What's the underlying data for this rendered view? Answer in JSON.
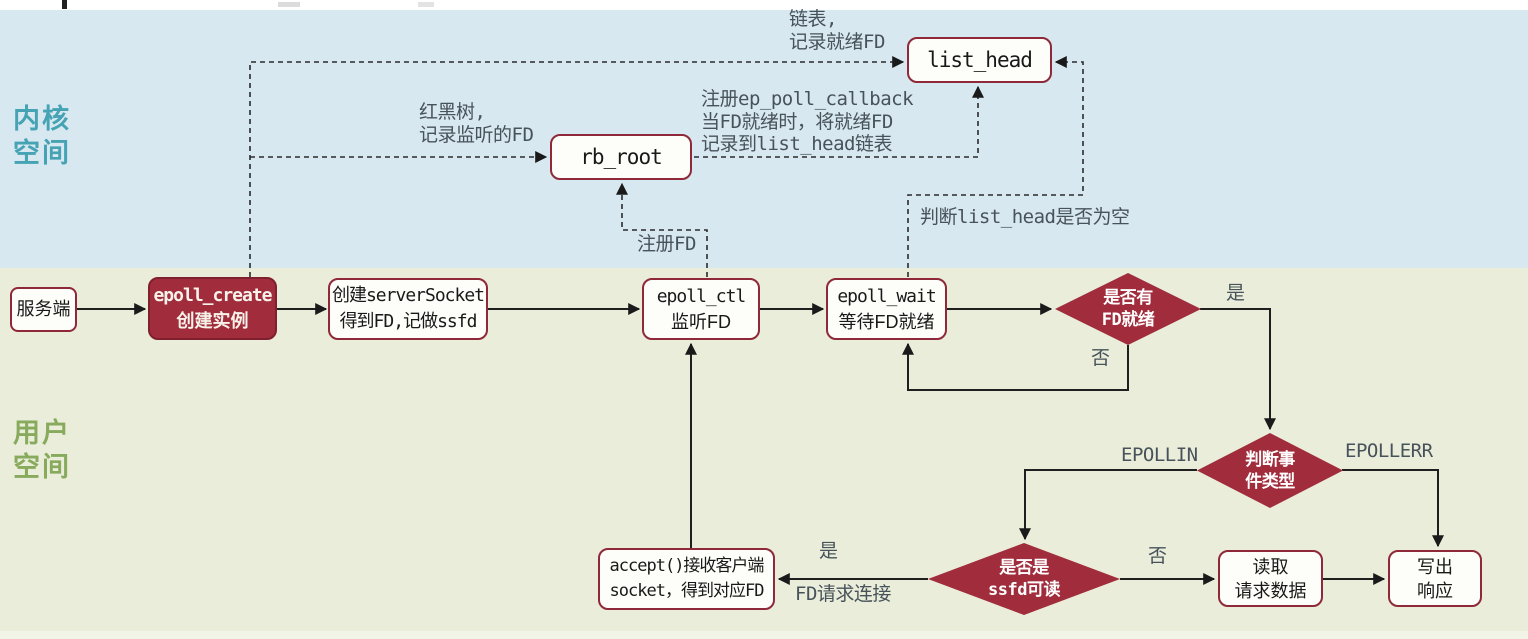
{
  "colors": {
    "kernel_bg": "#d7e8f0",
    "user_bg": "#e9edda",
    "node_red": "#a02c3c",
    "border_red": "#8f2838",
    "kernel_label": "#45a3b4",
    "user_label": "#88aa5c",
    "annotation": "#48525a"
  },
  "regions": {
    "kernel_label": "内核\n空间",
    "user_label": "用户\n空间"
  },
  "nodes": {
    "list_head": {
      "code": "list_head"
    },
    "rb_root": {
      "code": "rb_root"
    },
    "server": {
      "label": "服务端"
    },
    "epoll_create": {
      "code": "epoll_create",
      "label": "创建实例"
    },
    "create_socket": {
      "line1": "创建serverSocket",
      "line2": "得到FD,记做ssfd"
    },
    "epoll_ctl": {
      "code": "epoll_ctl",
      "label": "监听FD"
    },
    "epoll_wait": {
      "code": "epoll_wait",
      "label": "等待FD就绪"
    },
    "accept": {
      "line1": "accept()接收客户端",
      "line2": "socket，得到对应FD"
    },
    "read_data": {
      "line1": "读取",
      "line2": "请求数据"
    },
    "write_resp": {
      "line1": "写出",
      "line2": "响应"
    }
  },
  "decisions": {
    "fd_ready": {
      "line1": "是否有",
      "line2": "FD就绪"
    },
    "event_type": {
      "line1": "判断事",
      "line2": "件类型"
    },
    "ssfd_readable": {
      "line1": "是否是",
      "line2": "ssfd可读"
    }
  },
  "annotations": {
    "linked_list": "链表,\n记录就绪FD",
    "rbtree": "红黑树,\n记录监听的FD",
    "ep_poll_callback": "注册ep_poll_callback\n当FD就绪时，将就绪FD\n记录到list_head链表",
    "check_list_head": "判断list_head是否为空",
    "register_fd": "注册FD",
    "fd_ready_yes": "是",
    "fd_ready_no": "否",
    "epollin": "EPOLLIN",
    "epollerr": "EPOLLERR",
    "ssfd_yes": "是",
    "fd_connect": "FD请求连接",
    "ssfd_no": "否"
  }
}
